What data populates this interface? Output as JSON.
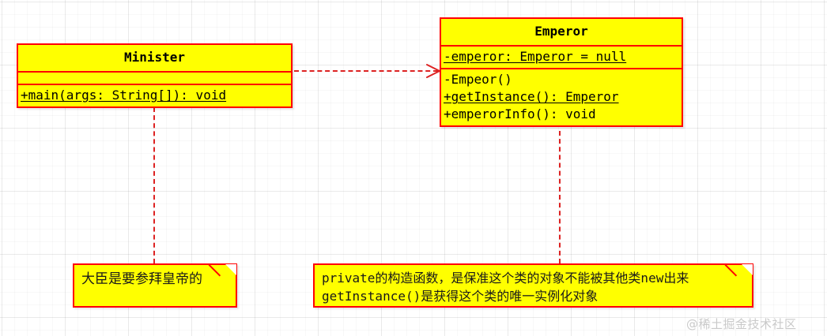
{
  "diagram": {
    "title": "Singleton pattern UML class diagram",
    "colors": {
      "fill": "#ffff00",
      "stroke": "#ff0000",
      "connector": "#dd2222",
      "text": "#000000",
      "background": "#ffffff",
      "watermark": "#c9c9c9"
    },
    "classes": [
      {
        "id": "minister",
        "name": "Minister",
        "attributes": [],
        "operations": [
          {
            "text": "+main(args: String[]): void",
            "static": true
          }
        ]
      },
      {
        "id": "emperor",
        "name": "Emperor",
        "attributes": [
          {
            "text": "-emperor: Emperor = null",
            "static": true
          }
        ],
        "operations": [
          {
            "text": "-Empeor()",
            "static": false
          },
          {
            "text": "+getInstance(): Emperor",
            "static": true
          },
          {
            "text": "+emperorInfo(): void",
            "static": false
          }
        ]
      }
    ],
    "relationships": [
      {
        "id": "minister-depends-on-emperor",
        "type": "dependency",
        "from": "Minister",
        "to": "Emperor",
        "style": "dashed-open-arrow"
      }
    ],
    "notes": [
      {
        "id": "note-minister",
        "attached_to": "Minister",
        "lines": [
          "大臣是要参拜皇帝的"
        ]
      },
      {
        "id": "note-emperor",
        "attached_to": "Emperor",
        "lines": [
          "private的构造函数，是保准这个类的对象不能被其他类new出来",
          "getInstance()是获得这个类的唯一实例化对象"
        ]
      }
    ],
    "watermark": "@稀土掘金技术社区"
  }
}
